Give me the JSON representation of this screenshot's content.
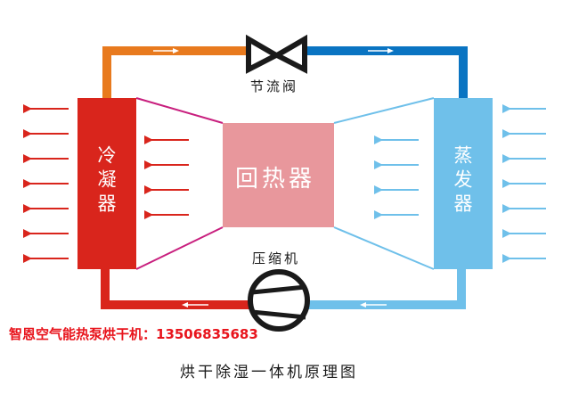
{
  "diagram": {
    "title": "烘干除湿一体机原理图",
    "components": {
      "throttle_valve": {
        "label": "节流阀"
      },
      "condenser": {
        "label": "冷凝器",
        "color": "#d9251c"
      },
      "regenerator": {
        "label": "回热器",
        "color": "#e8979c"
      },
      "evaporator": {
        "label": "蒸发器",
        "color": "#6fc0ea"
      },
      "compressor": {
        "label": "压缩机"
      }
    },
    "pipes": {
      "condenser_to_valve": {
        "color": "#e87a1e",
        "direction": "right"
      },
      "valve_to_evaporator": {
        "color": "#0a74c2",
        "direction": "right"
      },
      "evaporator_to_compressor": {
        "color": "#6fc0ea",
        "direction": "left"
      },
      "compressor_to_condenser": {
        "color": "#d9251c",
        "direction": "left"
      }
    },
    "airflow": {
      "condenser_out_arrows": 7,
      "condenser_in_arrows": 4,
      "evaporator_in_arrows": 7,
      "evaporator_out_arrows": 4,
      "red_arrow_color": "#d9251c",
      "blue_arrow_color": "#6fc0ea"
    },
    "contact_line": "智恩空气能热泵烘干机：13506835683",
    "contact_color": "#e8141c"
  }
}
